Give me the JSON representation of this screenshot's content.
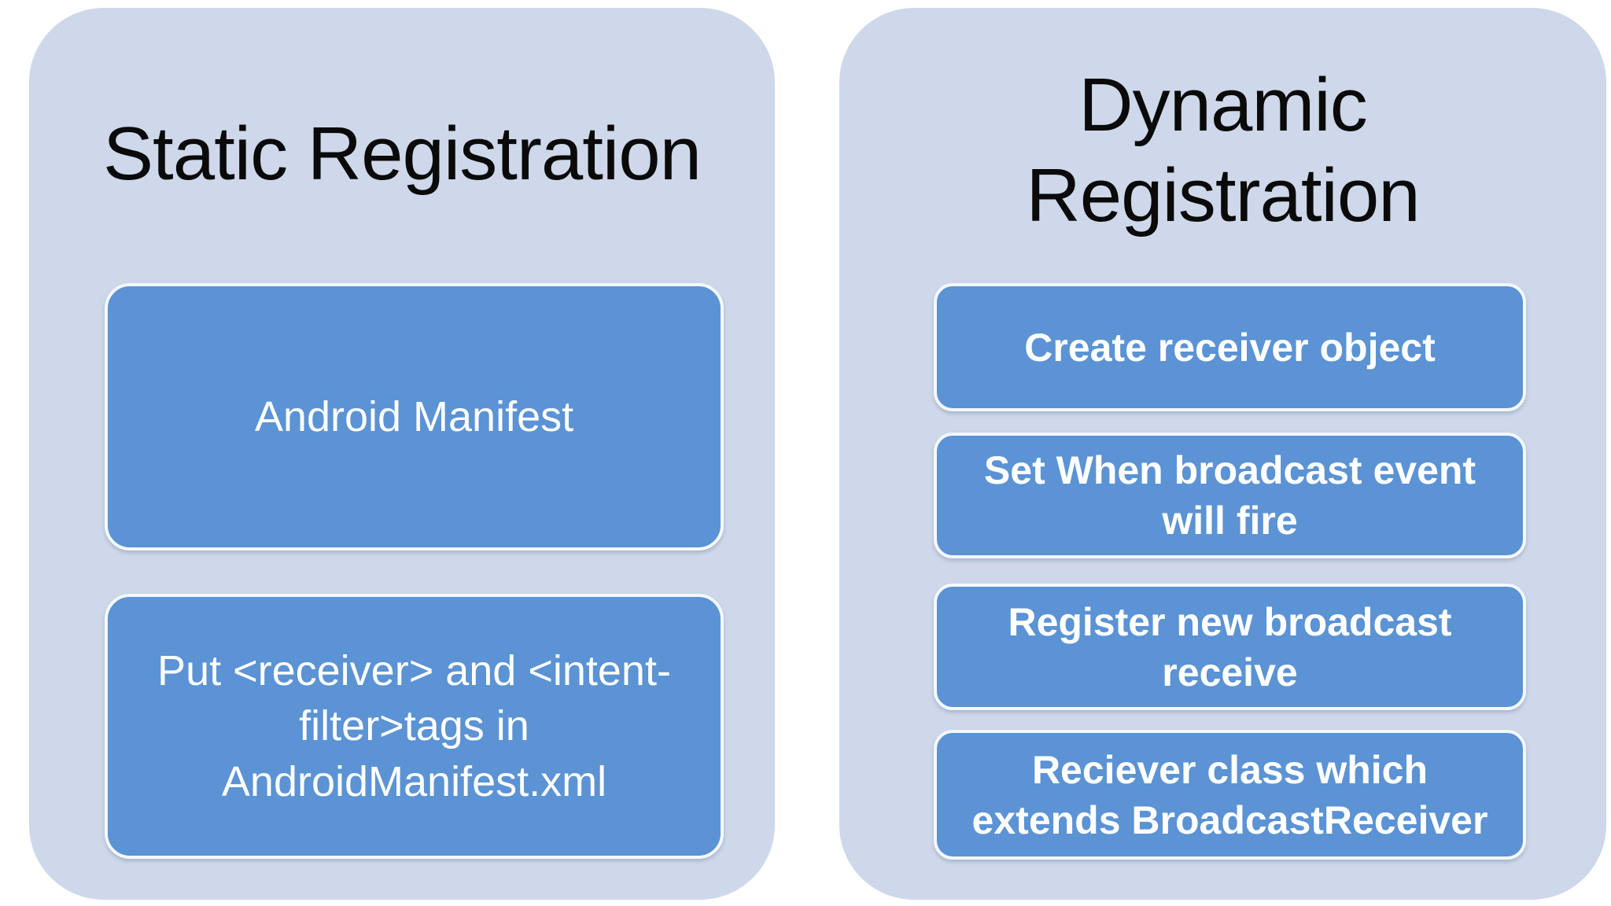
{
  "diagram": {
    "topic": "Broadcast receiver registration",
    "colors": {
      "page_background": "#ffffff",
      "panel_background": "#ced8ea",
      "node_background": "#5b93d4",
      "node_border": "#f4f8fc",
      "title_text": "#0a0a0a",
      "node_text": "#ffffff"
    },
    "panels": [
      {
        "title": "Static Registration",
        "boxes": [
          {
            "text": "Android Manifest"
          },
          {
            "text": "Put <receiver> and <intent-\nfilter>tags in\nAndroidManifest.xml"
          }
        ]
      },
      {
        "title": "Dynamic\nRegistration",
        "boxes": [
          {
            "text": "Create receiver object"
          },
          {
            "text": "Set When broadcast event\nwill fire"
          },
          {
            "text": "Register new broadcast\nreceive"
          },
          {
            "text": "Reciever class which\nextends BroadcastReceiver"
          }
        ]
      }
    ]
  }
}
